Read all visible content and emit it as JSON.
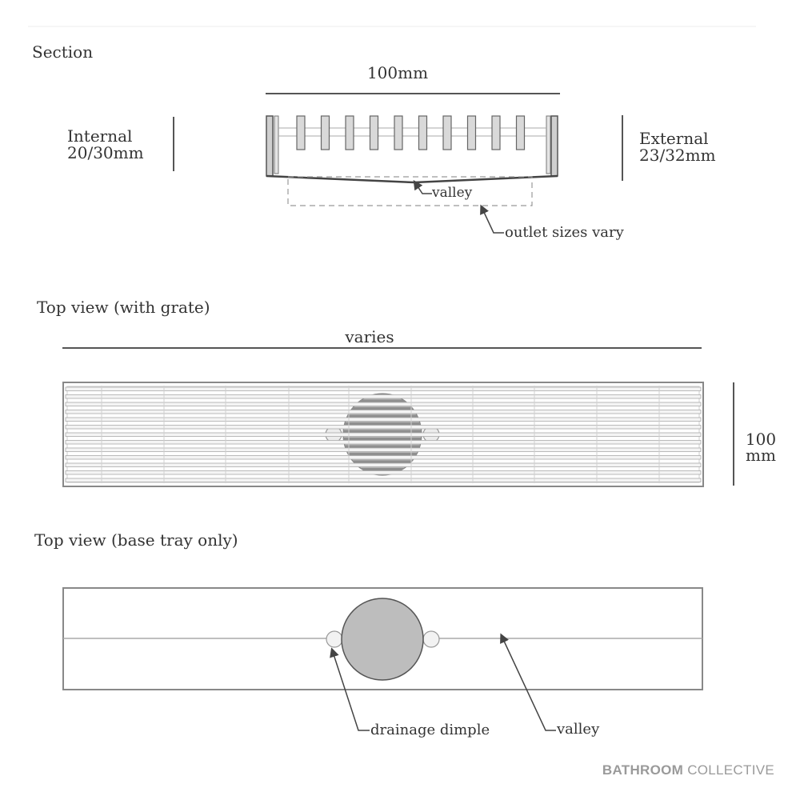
{
  "sections": {
    "section": {
      "title": "Section",
      "width_label": "100mm",
      "internal_line1": "Internal",
      "internal_line2": "20/30mm",
      "external_line1": "External",
      "external_line2": "23/32mm",
      "valley_label": "valley",
      "outlet_label": "outlet sizes vary"
    },
    "top_grate": {
      "title": "Top view (with grate)",
      "length_label": "varies",
      "height_line1": "100",
      "height_line2": "mm"
    },
    "top_base": {
      "title": "Top view (base tray only)",
      "dimple_label": "drainage dimple",
      "valley_label": "valley"
    }
  },
  "brand": {
    "bold": "BATHROOM",
    "light": "COLLECTIVE",
    "color": "#9a9a9a"
  },
  "colors": {
    "line": "#555555",
    "fill_gray": "#bdbdbd",
    "light_gray": "#e6e6e6"
  }
}
